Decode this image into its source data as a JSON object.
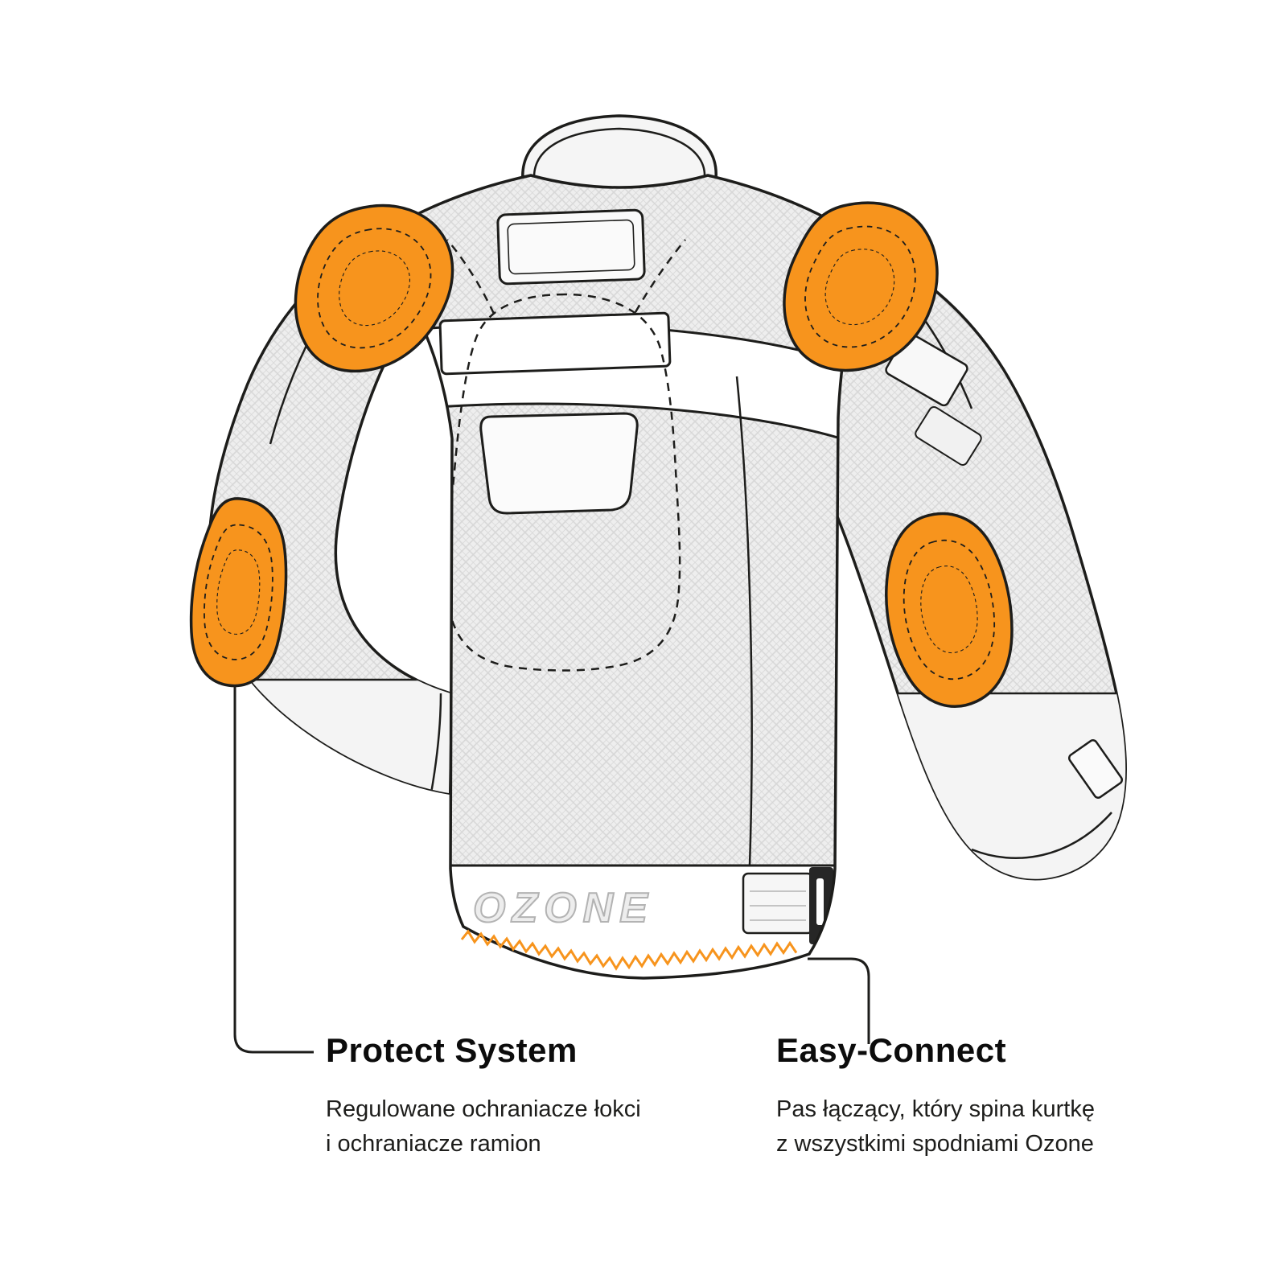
{
  "illustration": {
    "name": "motorcycle-jacket-back-view",
    "brand_logo": "OZONE"
  },
  "colors": {
    "accent_orange": "#F7941D",
    "outline_black": "#1D1D1B",
    "fabric_mesh": "#EDEDED",
    "panel_white": "#FFFFFF"
  },
  "callouts": {
    "protect": {
      "title": "Protect System",
      "line1": "Regulowane ochraniacze łokci",
      "line2": "i ochraniacze ramion"
    },
    "connect": {
      "title": "Easy-Connect",
      "line1": "Pas łączący, który spina kurtkę",
      "line2": "z wszystkimi spodniami Ozone"
    }
  }
}
